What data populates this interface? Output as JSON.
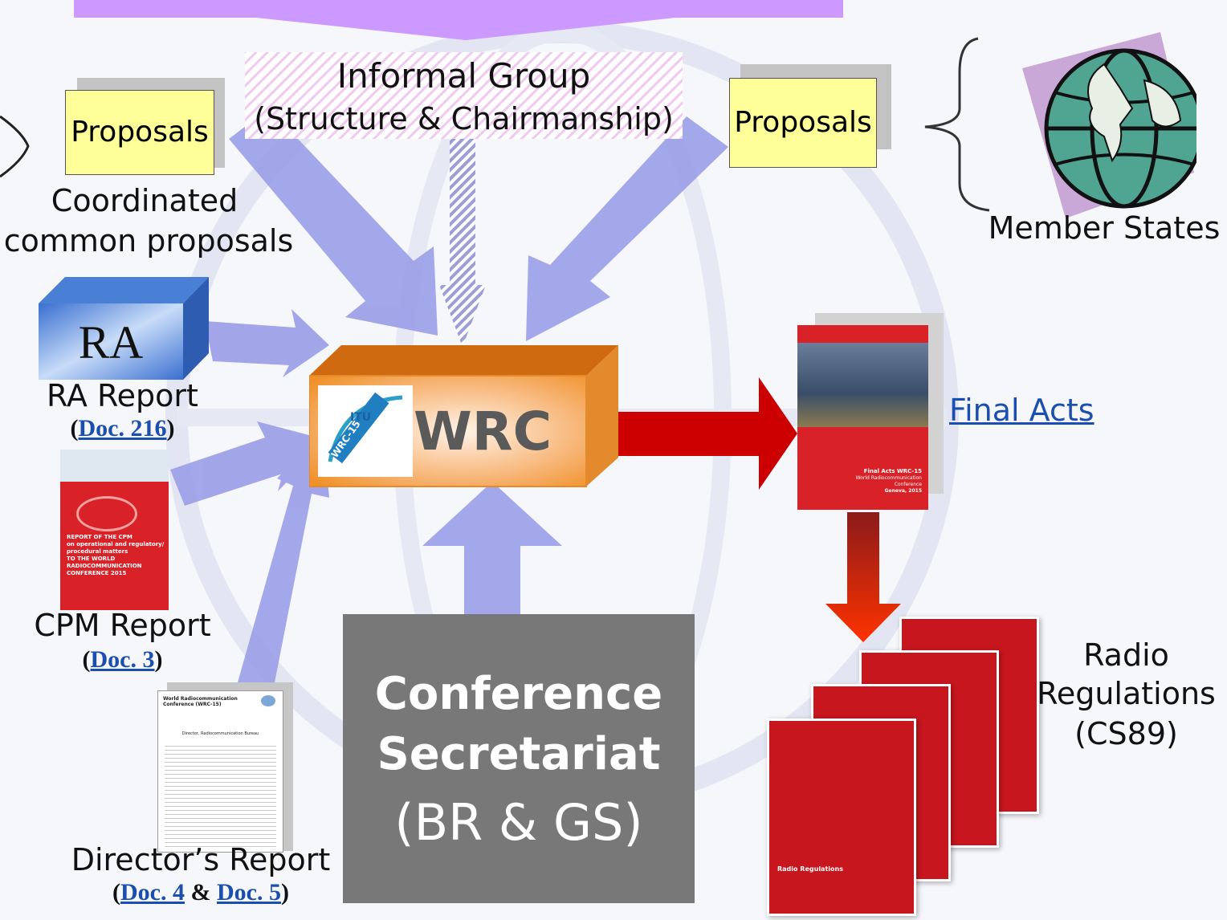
{
  "informal_group": {
    "line1": "Informal Group",
    "line2": "(Structure & Chairmanship)"
  },
  "proposals_left": {
    "label": "Proposals",
    "caption1": "Coordinated",
    "caption2": "common proposals"
  },
  "proposals_right": {
    "label": "Proposals"
  },
  "member_states": {
    "caption": "Member States"
  },
  "ra": {
    "box_label": "RA",
    "report": "RA Report",
    "doc_prefix": "(",
    "doc_link": "Doc. 216",
    "doc_suffix": ")"
  },
  "cpm": {
    "report": "CPM Report",
    "doc_prefix": "(",
    "doc_link": "Doc. 3",
    "doc_suffix": ")",
    "cover_lines": [
      "REPORT OF THE CPM",
      "on operational and regulatory/",
      "procedural matters",
      "TO THE WORLD",
      "RADIOCOMMUNICATION",
      "CONFERENCE 2015"
    ]
  },
  "director": {
    "report": "Director’s Report",
    "doc_prefix": "(",
    "doc_link1": "Doc. 4",
    "amp": " & ",
    "doc_link2": "Doc. 5",
    "doc_suffix": ")",
    "doc_title": "World Radiocommunication Conference (WRC-15)",
    "doc_heading": "Director, Radiocommunication Bureau"
  },
  "wrc": {
    "label": "WRC",
    "logo_badge": "ITU",
    "logo_text": "WRC-15"
  },
  "secretariat": {
    "line1": "Conference",
    "line2": "Secretariat",
    "line3": "(BR & GS)"
  },
  "final_acts": {
    "link": "Final Acts",
    "cover_title": "Final Acts WRC-15",
    "cover_sub1": "World Radiocommunication",
    "cover_sub2": "Conference",
    "cover_place": "Geneva, 2015"
  },
  "radio_regs": {
    "line1": "Radio",
    "line2": "Regulations",
    "line3": "(CS89)",
    "book_title": "Radio Regulations"
  },
  "colors": {
    "arrow_blue": "#9a9ee8",
    "wrc_orange": "#f0912a",
    "red_arrow": "#cc0000",
    "secretariat_gray": "#787878",
    "proposal_yellow": "#ffff99",
    "ra_blue": "#5b8fe6",
    "banner_purple": "#cc99ff"
  }
}
